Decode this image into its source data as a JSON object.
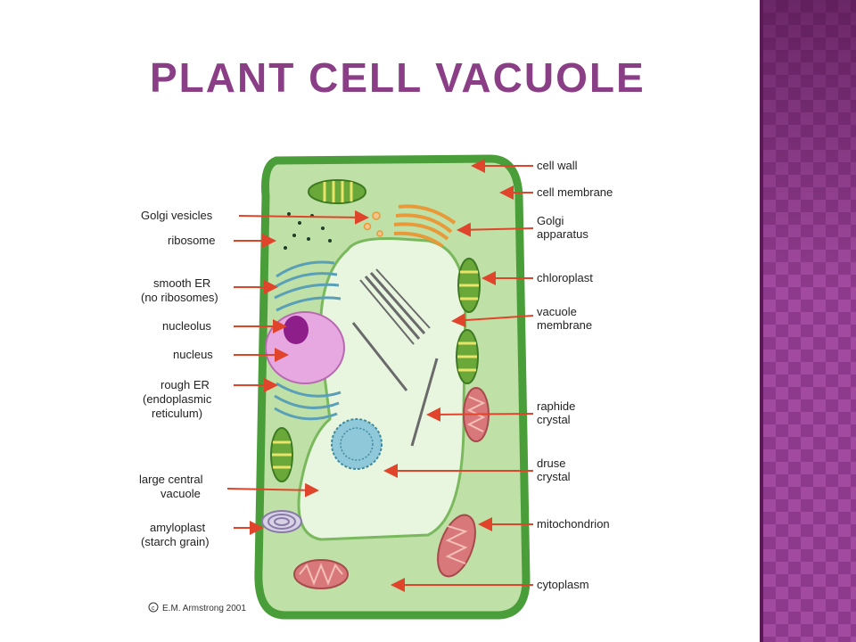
{
  "slide": {
    "title": "PLANT CELL VACUOLE"
  },
  "diagram": {
    "labels_left": [
      {
        "id": "golgi-vesicles",
        "lines": [
          "Golgi vesicles"
        ]
      },
      {
        "id": "ribosome",
        "lines": [
          "ribosome"
        ]
      },
      {
        "id": "smooth-er",
        "lines": [
          "smooth ER",
          "(no ribosomes)"
        ]
      },
      {
        "id": "nucleolus",
        "lines": [
          "nucleolus"
        ]
      },
      {
        "id": "nucleus",
        "lines": [
          "nucleus"
        ]
      },
      {
        "id": "rough-er",
        "lines": [
          "rough ER",
          "(endoplasmic",
          "reticulum)"
        ]
      },
      {
        "id": "large-central-vacuole",
        "lines": [
          "large central",
          "vacuole"
        ]
      },
      {
        "id": "amyloplast",
        "lines": [
          "amyloplast",
          "(starch grain)"
        ]
      }
    ],
    "labels_right": [
      {
        "id": "cell-wall",
        "lines": [
          "cell wall"
        ]
      },
      {
        "id": "cell-membrane",
        "lines": [
          "cell membrane"
        ]
      },
      {
        "id": "golgi-apparatus",
        "lines": [
          "Golgi",
          "apparatus"
        ]
      },
      {
        "id": "chloroplast",
        "lines": [
          "chloroplast"
        ]
      },
      {
        "id": "vacuole-membrane",
        "lines": [
          "vacuole",
          "membrane"
        ]
      },
      {
        "id": "raphide-crystal",
        "lines": [
          "raphide",
          "crystal"
        ]
      },
      {
        "id": "druse-crystal",
        "lines": [
          "druse",
          "crystal"
        ]
      },
      {
        "id": "mitochondrion",
        "lines": [
          "mitochondrion"
        ]
      },
      {
        "id": "cytoplasm",
        "lines": [
          "cytoplasm"
        ]
      }
    ],
    "copyright": "E.M. Armstrong 2001",
    "colors": {
      "cell_wall": "#4a9e3a",
      "cytoplasm": "#bfe0a6",
      "vacuole": "#e8f6df",
      "nucleus": "#e7a7e0",
      "nucleolus": "#8e1f8a",
      "arrow": "#e0452b",
      "chloroplast": "#6aa83a",
      "mitochondrion": "#d9787a",
      "golgi": "#e89a3a",
      "er": "#5a9fb8"
    }
  }
}
